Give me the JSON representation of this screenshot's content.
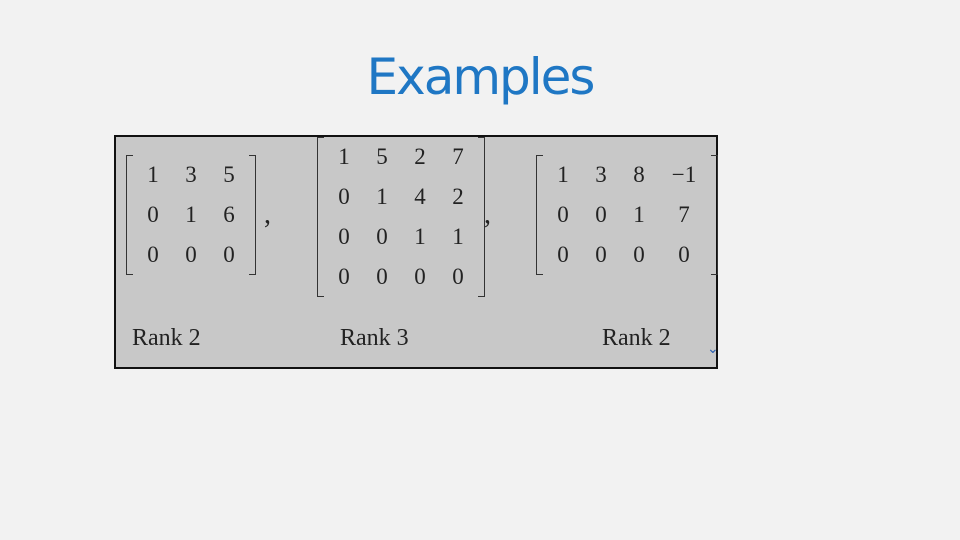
{
  "title": "Examples",
  "matrices": [
    {
      "rows": [
        [
          "1",
          "3",
          "5"
        ],
        [
          "0",
          "1",
          "6"
        ],
        [
          "0",
          "0",
          "0"
        ]
      ],
      "rank_label": "Rank 2"
    },
    {
      "rows": [
        [
          "1",
          "5",
          "2",
          "7"
        ],
        [
          "0",
          "1",
          "4",
          "2"
        ],
        [
          "0",
          "0",
          "1",
          "1"
        ],
        [
          "0",
          "0",
          "0",
          "0"
        ]
      ],
      "rank_label": "Rank 3"
    },
    {
      "rows": [
        [
          "1",
          "3",
          "8",
          "−1"
        ],
        [
          "0",
          "0",
          "1",
          "7"
        ],
        [
          "0",
          "0",
          "0",
          "0"
        ]
      ],
      "rank_label": "Rank 2"
    }
  ],
  "separator": ","
}
